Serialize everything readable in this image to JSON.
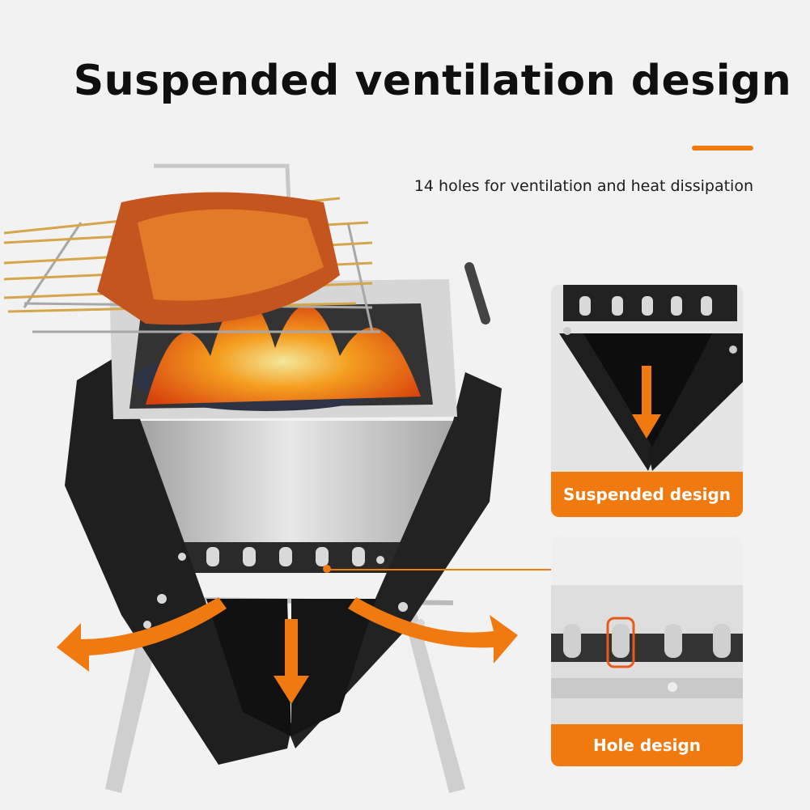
{
  "title": "Suspended ventilation design",
  "subtitle": "14 holes for ventilation and heat dissipation",
  "panels": [
    {
      "label": "Suspended design",
      "icon": "down-arrow-icon"
    },
    {
      "label": "Hole design",
      "icon": "highlight-box-icon"
    }
  ],
  "colors": {
    "accent": "#f07a10",
    "background": "#f3f2f2",
    "text": "#0f0f0f"
  }
}
